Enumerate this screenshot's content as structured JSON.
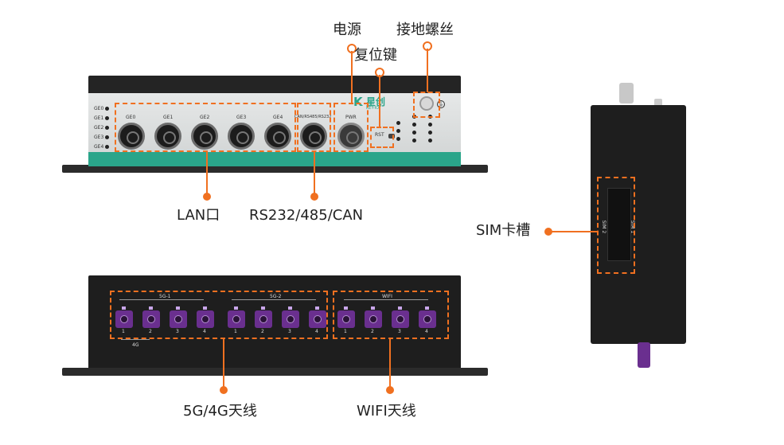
{
  "callouts": {
    "power": "电源",
    "ground_screw": "接地螺丝",
    "reset_key": "复位键",
    "lan_port": "LAN口",
    "serial_port": "RS232/485/CAN",
    "sim_slot": "SIM卡槽",
    "cellular_antenna": "5G/4G天线",
    "wifi_antenna": "WIFI天线"
  },
  "front_panel": {
    "ge_leds": [
      "GE0",
      "GE1",
      "GE2",
      "GE3",
      "GE4"
    ],
    "ports": [
      "GE0",
      "GE1",
      "GE2",
      "GE3",
      "GE4",
      "CAN/RS485/RS232"
    ],
    "power_label": "PWR",
    "reset_label": "RST",
    "brand_name": "星创",
    "brand_sub": "KEY-IOT"
  },
  "rear_panel": {
    "group_5g1": "5G-1",
    "group_5g2": "5G-2",
    "group_wifi": "WIFI",
    "label_4g": "4G",
    "numbers_5g1": [
      "1",
      "2",
      "3",
      "4"
    ],
    "numbers_5g2": [
      "1",
      "2",
      "3",
      "4"
    ],
    "numbers_wifi": [
      "1",
      "2",
      "3",
      "4"
    ],
    "numbers_4g": [
      "1",
      "2"
    ]
  },
  "side_panel": {
    "sim_labels": [
      "SIM 2",
      "SIM 1"
    ]
  },
  "colors": {
    "accent": "#f07020",
    "teal": "#2aa58a",
    "antenna": "#6a2f8f"
  }
}
